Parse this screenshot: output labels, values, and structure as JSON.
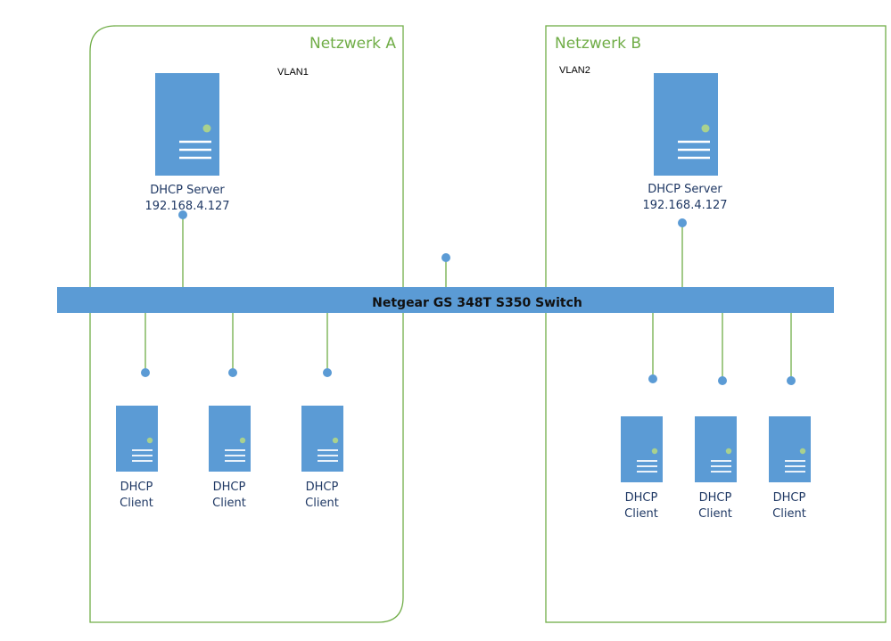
{
  "colors": {
    "zone_border": "#70ad47",
    "device": "#5b9bd5",
    "line": "#70ad47",
    "dot": "#5b9bd5",
    "led": "#a9d18e",
    "switch_fill": "#5b9bd5"
  },
  "network_a": {
    "title": "Netzwerk A",
    "vlan": "VLAN1",
    "server": {
      "label": "DHCP Server",
      "ip": "192.168.4.127",
      "icon": "server-icon"
    },
    "clients": [
      {
        "line1": "DHCP",
        "line2": "Client",
        "icon": "server-icon"
      },
      {
        "line1": "DHCP",
        "line2": "Client",
        "icon": "server-icon"
      },
      {
        "line1": "DHCP",
        "line2": "Client",
        "icon": "server-icon"
      }
    ]
  },
  "network_b": {
    "title": "Netzwerk B",
    "vlan": "VLAN2",
    "server": {
      "label": "DHCP Server",
      "ip": "192.168.4.127",
      "icon": "server-icon"
    },
    "clients": [
      {
        "line1": "DHCP",
        "line2": "Client",
        "icon": "server-icon"
      },
      {
        "line1": "DHCP",
        "line2": "Client",
        "icon": "server-icon"
      },
      {
        "line1": "DHCP",
        "line2": "Client",
        "icon": "server-icon"
      }
    ]
  },
  "switch": {
    "label": "Netgear GS 348T S350 Switch"
  }
}
